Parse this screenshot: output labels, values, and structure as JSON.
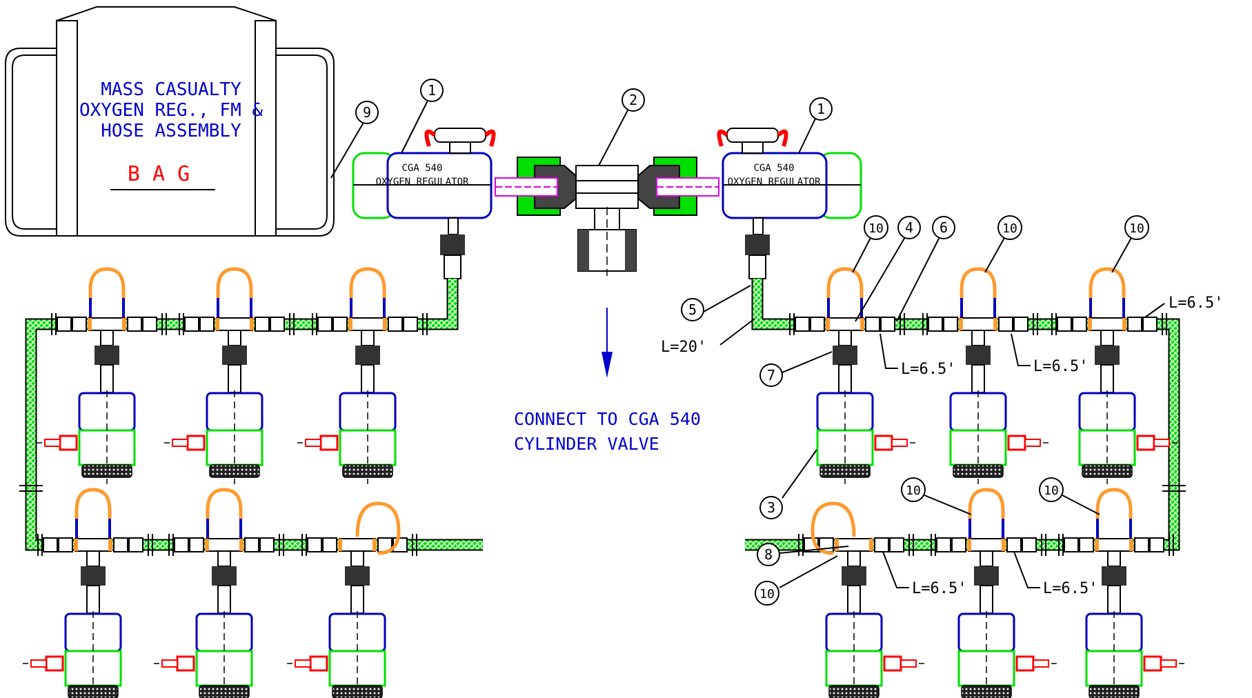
{
  "bag": {
    "line1": "MASS CASUALTY",
    "line2": "OXYGEN REG., FM &",
    "line3": "HOSE ASSEMBLY",
    "word": "B A G"
  },
  "regulator": {
    "line1": "CGA 540",
    "line2": "OXYGEN REGULATOR"
  },
  "connect": {
    "line1": "CONNECT TO CGA 540",
    "line2": "CYLINDER VALVE"
  },
  "callouts": {
    "c1": "1",
    "c2": "2",
    "c3": "3",
    "c4": "4",
    "c5": "5",
    "c6": "6",
    "c7": "7",
    "c8": "8",
    "c9": "9",
    "c10": "10"
  },
  "lengths": {
    "hose_main": "L=20'",
    "hose_segment": "L=6.5'"
  },
  "colors": {
    "outline": "#000000",
    "hose_green": "#00e000",
    "regulator_blue": "#0000c0",
    "cap_red": "#ff0000",
    "jumper_orange": "#ff9a2e",
    "fitting_magenta": "#e000e0",
    "text_blue": "#0000d0"
  }
}
